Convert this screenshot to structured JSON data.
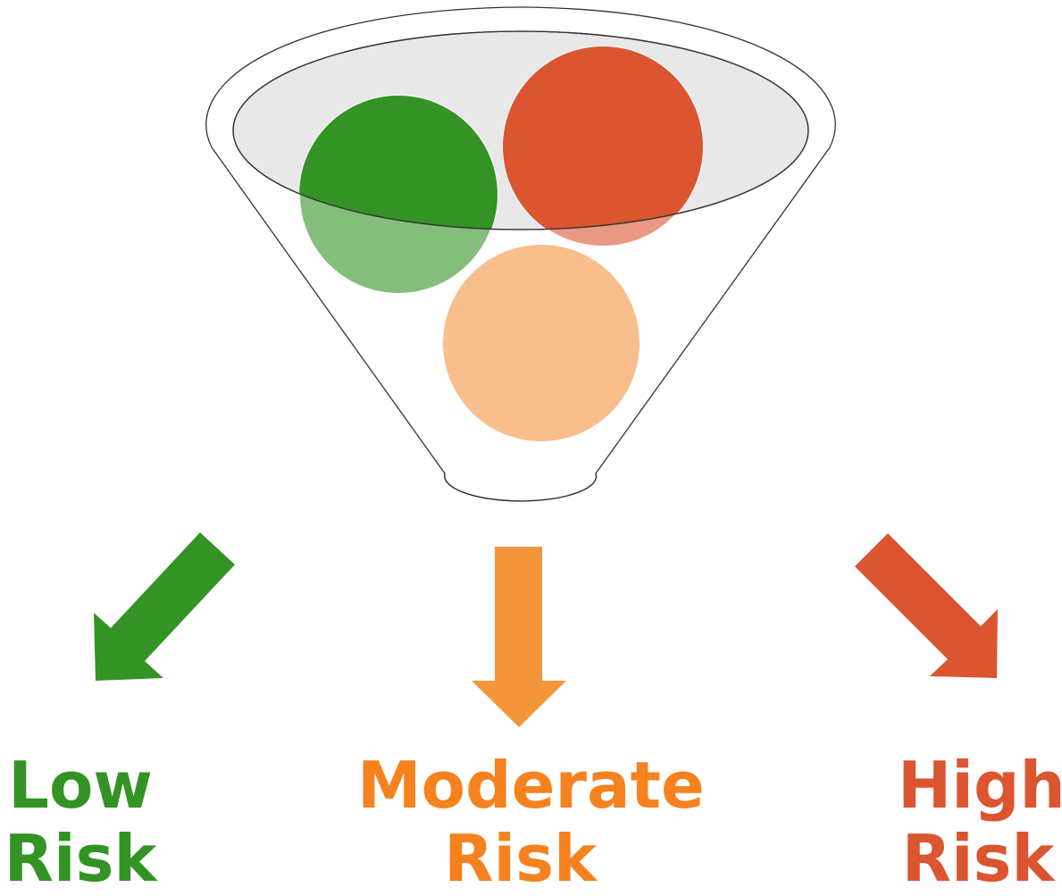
{
  "colors": {
    "low": "#339324",
    "moderate": "#F5953C",
    "moderate_text": "#F5821F",
    "moderate_ball": "#F8BE8C",
    "high": "#DB5530",
    "funnel_stroke": "#333333",
    "funnel_opening_fill": "#E8E8E8"
  },
  "funnel": {
    "balls": [
      {
        "name": "low-risk-ball",
        "color_key": "low"
      },
      {
        "name": "high-risk-ball",
        "color_key": "high"
      },
      {
        "name": "moderate-risk-ball",
        "color_key": "moderate_ball"
      }
    ]
  },
  "outputs": [
    {
      "key": "low",
      "line1": "Low",
      "line2": "Risk",
      "direction": "down-left"
    },
    {
      "key": "moderate",
      "line1": "Moderate",
      "line2": "Risk",
      "direction": "down"
    },
    {
      "key": "high",
      "line1": "High",
      "line2": "Risk",
      "direction": "down-right"
    }
  ]
}
